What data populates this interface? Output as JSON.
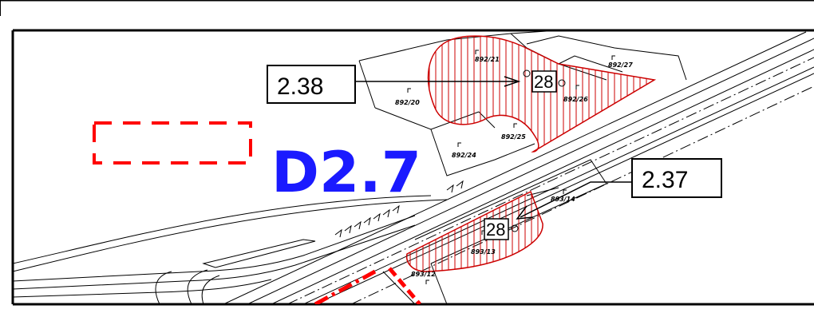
{
  "drawing": {
    "zone_label": "D2.7",
    "callouts": [
      {
        "id": "c238",
        "text": "2.38"
      },
      {
        "id": "c237",
        "text": "2.37"
      }
    ],
    "plot_numbers": [
      {
        "id": "n28a",
        "text": "28"
      },
      {
        "id": "n28b",
        "text": "28"
      }
    ],
    "parcels": [
      {
        "id": "p892-21",
        "text": "892/21"
      },
      {
        "id": "p892-20",
        "text": "892/20"
      },
      {
        "id": "p892-27",
        "text": "892/27"
      },
      {
        "id": "p892-26",
        "text": "892/26"
      },
      {
        "id": "p892-25",
        "text": "892/25"
      },
      {
        "id": "p892-24",
        "text": "892/24"
      },
      {
        "id": "p893-14",
        "text": "893/14"
      },
      {
        "id": "p893-13",
        "text": "893/13"
      },
      {
        "id": "p893-12",
        "text": "893/12"
      }
    ],
    "colors": {
      "linework": "#000000",
      "hatch": "#cc0000",
      "dashed_boundary": "#ff0000",
      "zone_label": "#1a1aff"
    }
  }
}
